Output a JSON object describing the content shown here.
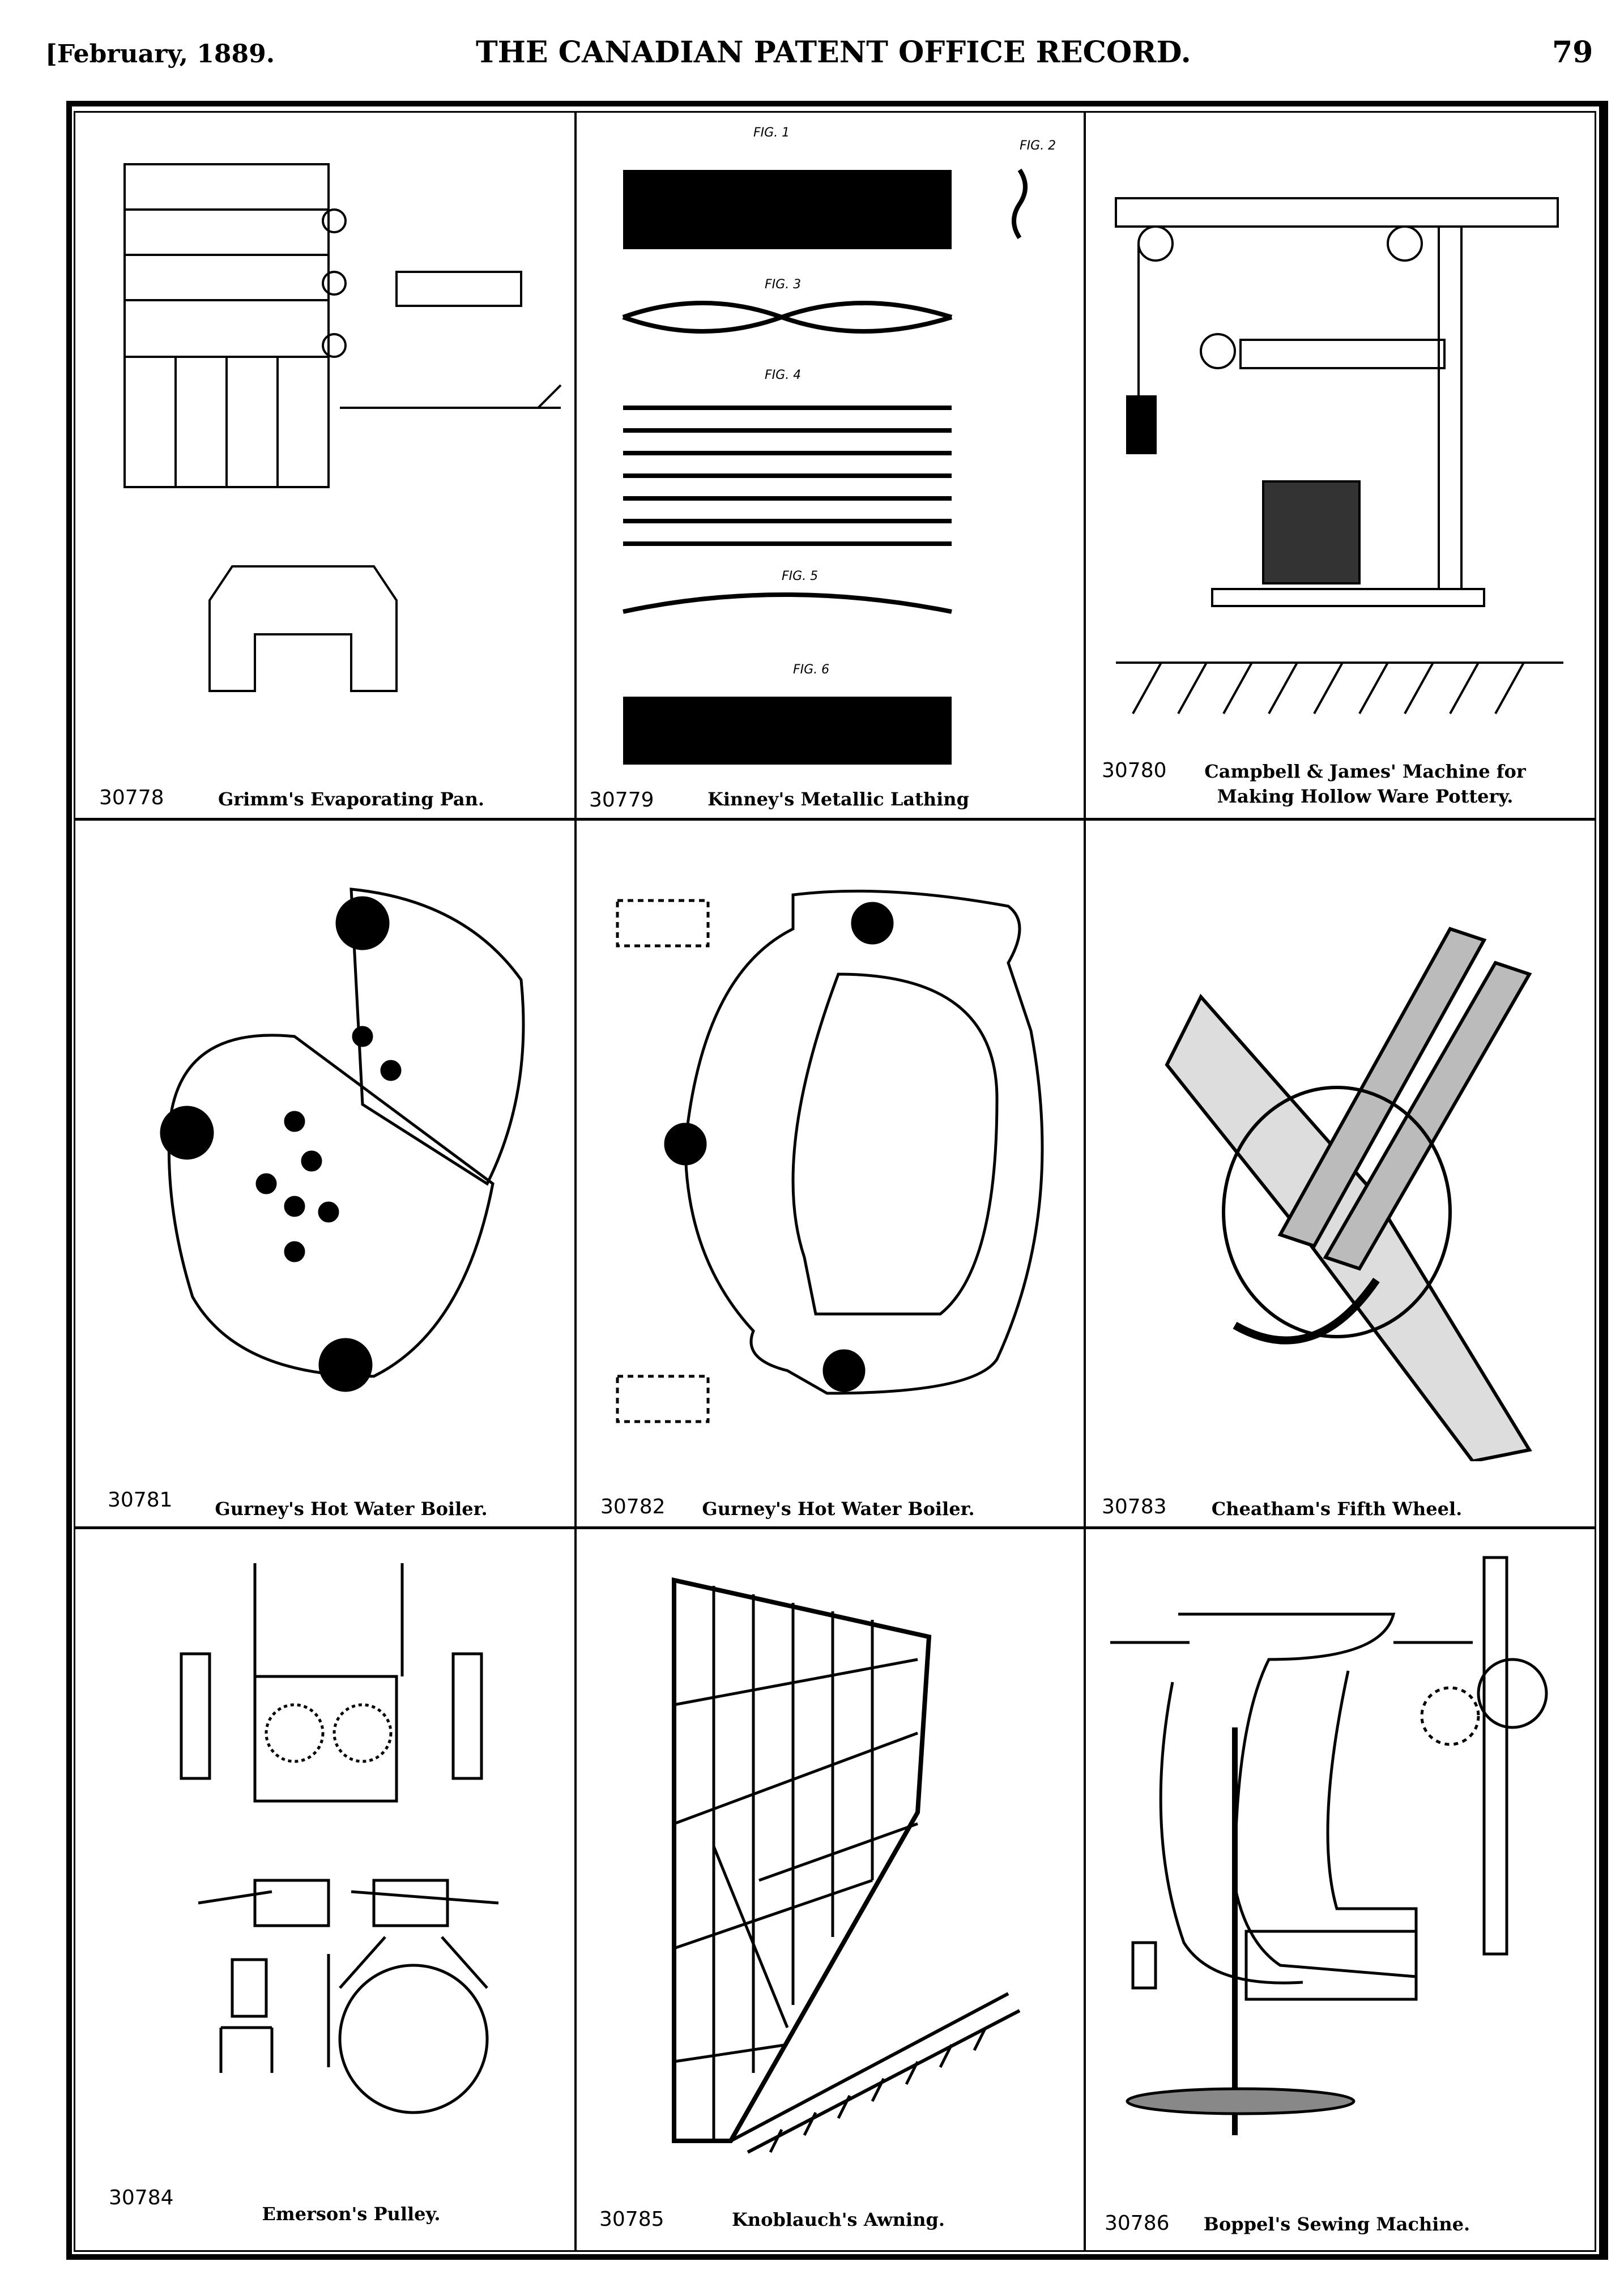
{
  "header": {
    "date": "[February, 1889.",
    "title": "THE CANADIAN PATENT OFFICE RECORD.",
    "page": "79"
  },
  "patents": [
    {
      "number": "30778",
      "title": "Grimm's Evaporating Pan."
    },
    {
      "number": "30779",
      "title": "Kinney's Metallic Lathing"
    },
    {
      "number": "30780",
      "title": "Campbell & James' Machine for Making Hollow Ware Pottery."
    },
    {
      "number": "30781",
      "title": "Gurney's Hot Water Boiler."
    },
    {
      "number": "30782",
      "title": "Gurney's Hot Water Boiler."
    },
    {
      "number": "30783",
      "title": "Cheatham's Fifth Wheel."
    },
    {
      "number": "30784",
      "title": "Emerson's Pulley."
    },
    {
      "number": "30785",
      "title": "Knoblauch's Awning."
    },
    {
      "number": "30786",
      "title": "Boppel's Sewing Machine."
    }
  ],
  "figure_labels": {
    "fig1": "FIG. 1",
    "fig2": "FIG. 2",
    "fig3": "FIG. 3",
    "fig4": "FIG. 4",
    "fig5": "FIG. 5",
    "fig6": "FIG. 6"
  }
}
